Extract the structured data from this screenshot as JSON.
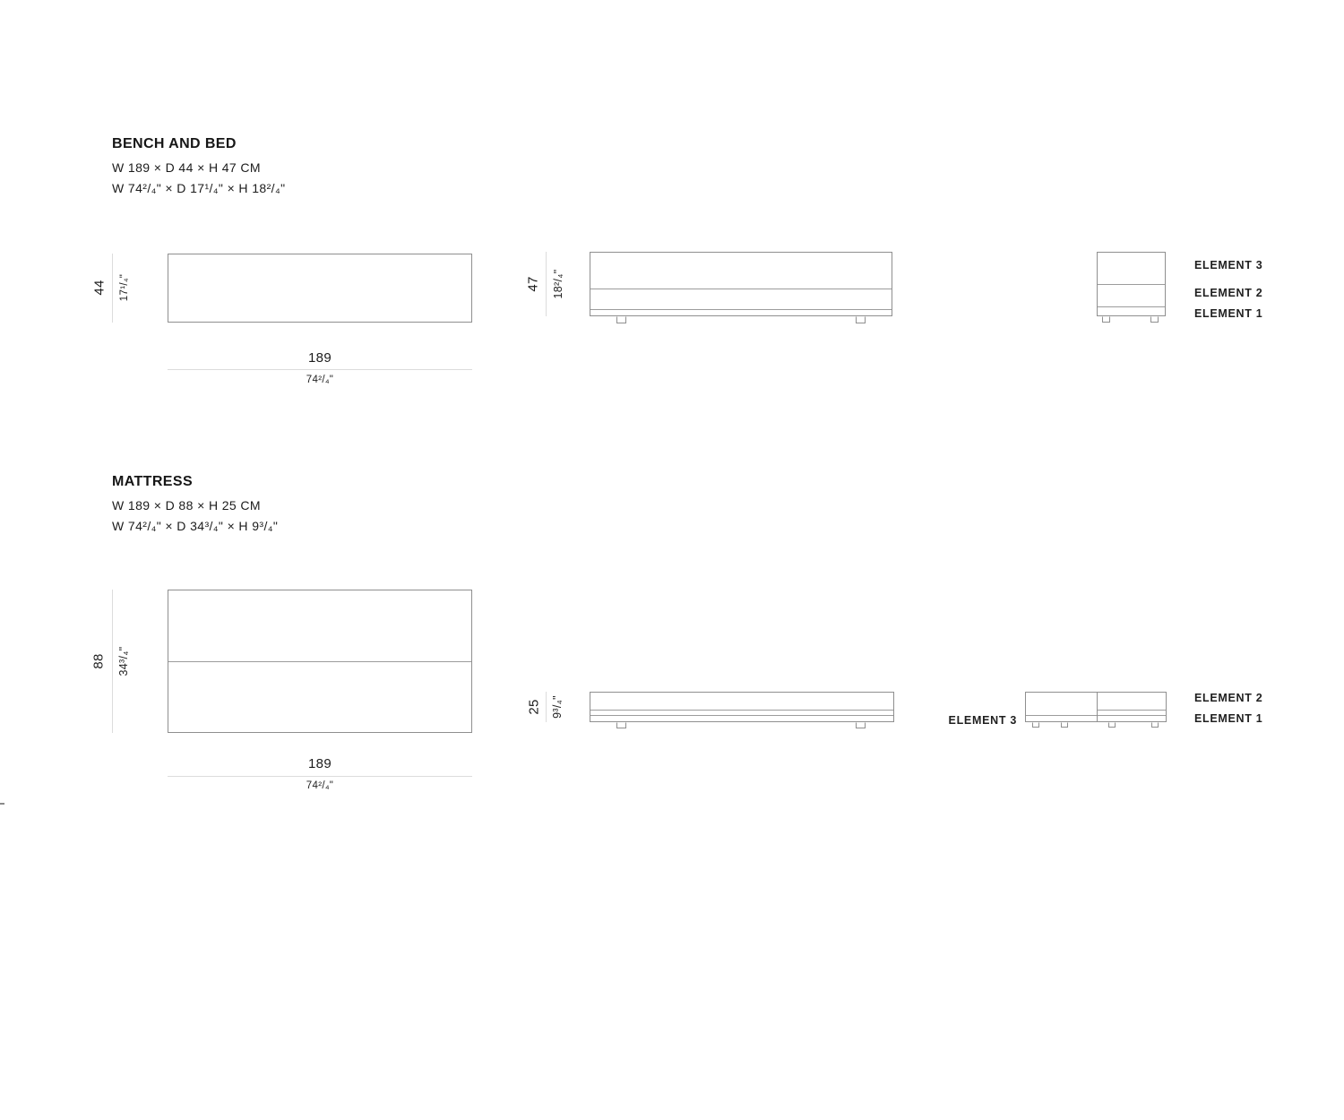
{
  "bench": {
    "title": "BENCH AND BED",
    "dims_cm": "W 189 × D 44 × H 47 CM",
    "dims_in": "W 74²/₄\" × D 17¹/₄\" × H 18²/₄\"",
    "plan": {
      "depth_cm": "44",
      "depth_in": "17¹/₄\"",
      "width_cm": "189",
      "width_in": "74²/₄\""
    },
    "front": {
      "height_cm": "47",
      "height_in": "18²/₄\""
    },
    "side": {
      "labels": [
        "ELEMENT 3",
        "ELEMENT 2",
        "ELEMENT 1"
      ]
    }
  },
  "mattress": {
    "title": "MATTRESS",
    "dims_cm": "W 189 × D 88 × H 25 CM",
    "dims_in": "W 74²/₄\" × D 34³/₄\" × H 9³/₄\"",
    "plan": {
      "depth_cm": "88",
      "depth_in": "34³/₄\"",
      "width_cm": "189",
      "width_in": "74²/₄\""
    },
    "front": {
      "height_cm": "25",
      "height_in": "9³/₄\""
    },
    "side": {
      "label_left": "ELEMENT 3",
      "labels_right": [
        "ELEMENT 2",
        "ELEMENT 1"
      ]
    }
  },
  "colors": {
    "text": "#1c1c1c",
    "outline": "#8f8f8f",
    "inner_line": "#9c9c9c",
    "dim_line": "#dcdcdc",
    "background": "#ffffff"
  }
}
